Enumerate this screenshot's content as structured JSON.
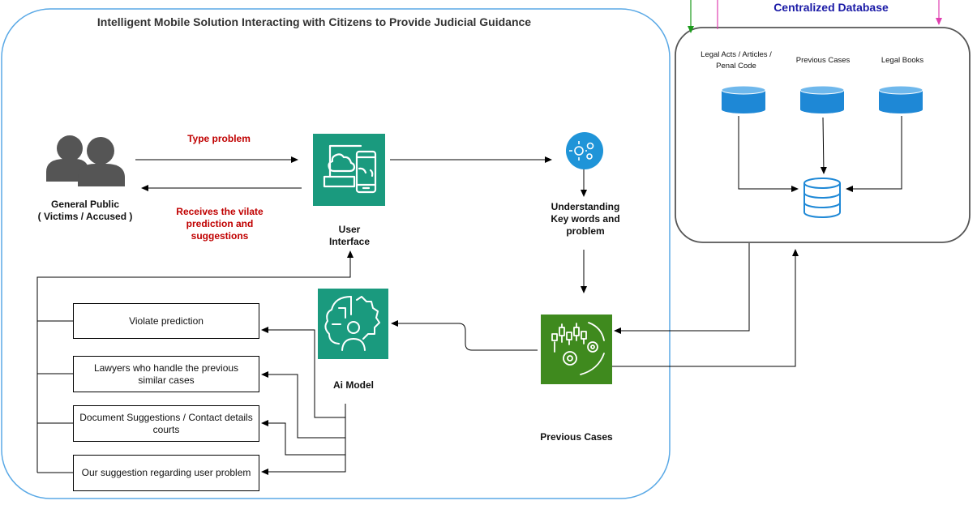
{
  "diagram": {
    "title": "Intelligent Mobile Solution Interacting with Citizens to Provide Judicial Guidance",
    "database": {
      "title": "Centralized Database",
      "sources": [
        {
          "label": "Legal Acts / Articles / Penal Code"
        },
        {
          "label": "Previous Cases"
        },
        {
          "label": "Legal Books"
        }
      ]
    },
    "actor": {
      "line1": "General Public",
      "line2": "( Victims / Accused )"
    },
    "arrows": {
      "type_problem": "Type problem",
      "receives": "Receives  the  vilate prediction and suggestions"
    },
    "user_interface": {
      "label": "User Interface"
    },
    "nlp_step": {
      "label": "Understanding Key words and problem"
    },
    "previous_cases": {
      "label": "Previous Cases"
    },
    "ai_model": {
      "label": "Ai Model"
    },
    "outputs": [
      {
        "label": "Violate prediction"
      },
      {
        "label": "Lawyers who handle the previous similar cases"
      },
      {
        "label": "Document Suggestions / Contact details courts"
      },
      {
        "label": "Our suggestion regarding user problem"
      }
    ],
    "colors": {
      "outer_border": "#5aa9e6",
      "db_border": "#555555",
      "ui_icon": "#1a9a7e",
      "ai_icon": "#1a9a7e",
      "cases_icon": "#3f8a1e",
      "nlp_icon": "#1f94d8",
      "cylinder": "#1e88d6",
      "label_red": "#c00000"
    }
  }
}
